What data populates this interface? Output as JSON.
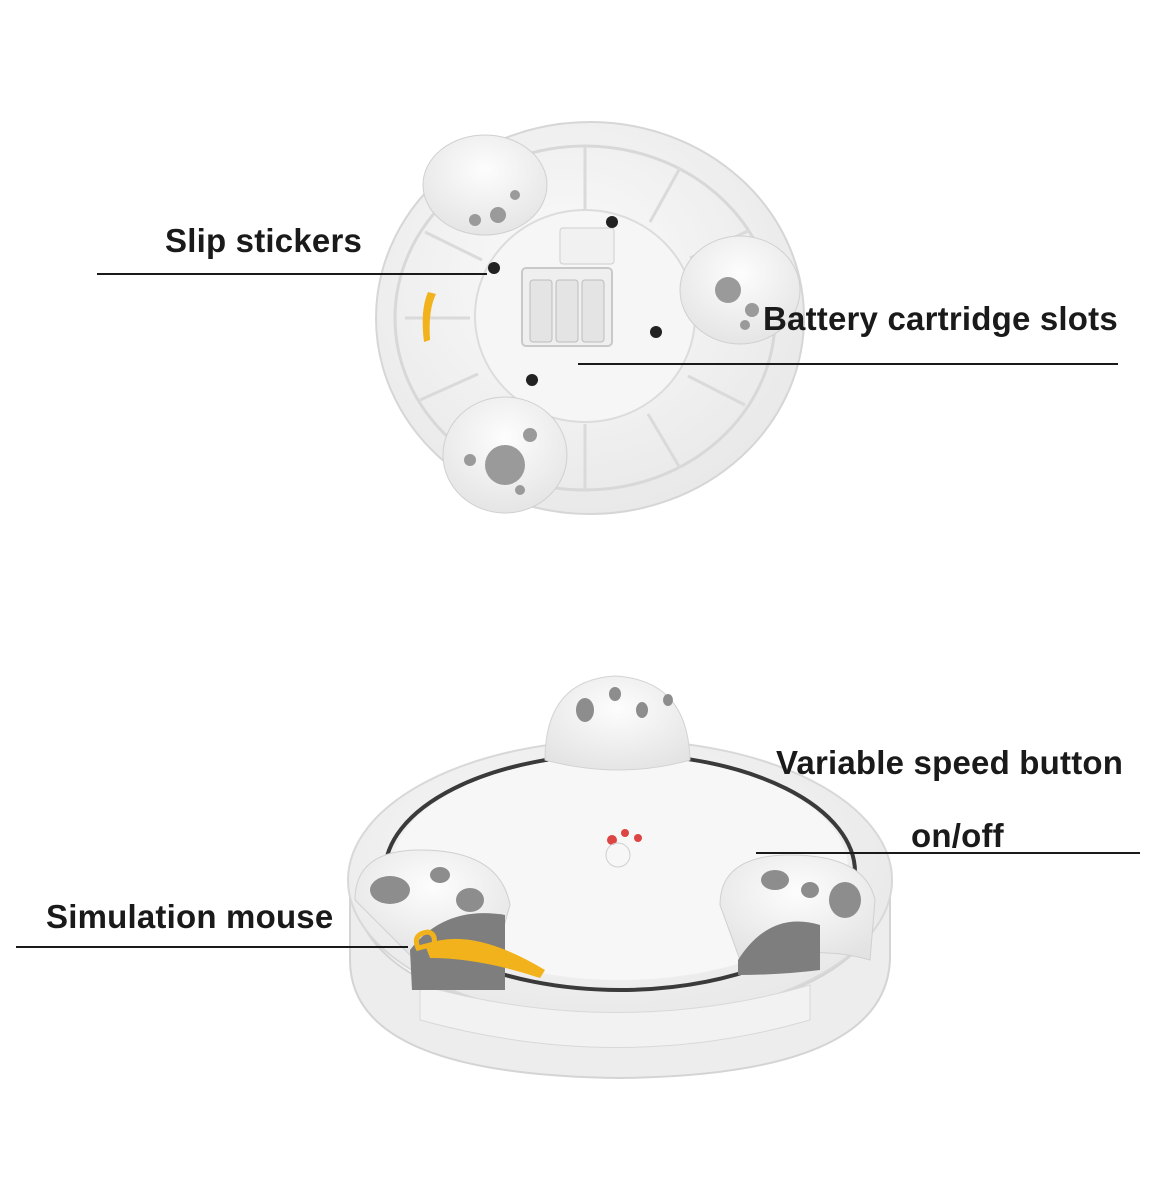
{
  "labels": {
    "slip_stickers": "Slip stickers",
    "battery_slots": "Battery cartridge slots",
    "variable_speed": "Variable speed button",
    "on_off": "on/off",
    "simulation_mouse": "Simulation mouse"
  },
  "colors": {
    "background": "#ffffff",
    "product_white": "#f4f4f4",
    "product_shade": "#e2e2e2",
    "hole_gray": "#8d8d8d",
    "mouse_yellow": "#f2b21b",
    "line": "#1a1a1a"
  }
}
